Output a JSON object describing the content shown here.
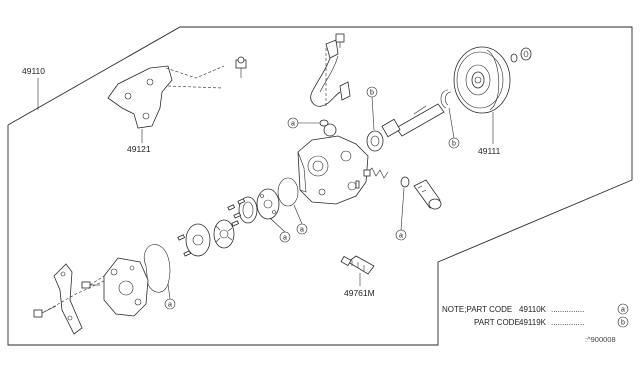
{
  "diagram": {
    "main_part": "49110",
    "parts": {
      "bracket": "49121",
      "pulley": "49111",
      "sensor": "49761M"
    },
    "markers": {
      "a": "a",
      "b": "b"
    },
    "note": {
      "line1_prefix": "NOTE;PART CODE",
      "line1_code": "49110K",
      "line1_marker": "a",
      "line2_prefix": "PART CODE",
      "line2_code": "49119K",
      "line2_marker": "b",
      "dots": "..............."
    },
    "reference": ":^900008"
  }
}
